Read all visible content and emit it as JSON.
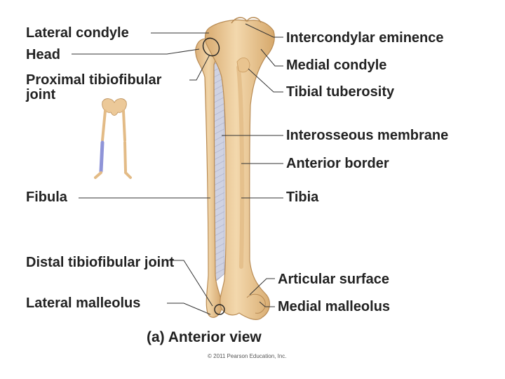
{
  "labels": {
    "lateral_condyle": "Lateral condyle",
    "head": "Head",
    "proximal_tibiofibular_joint": "Proximal tibiofibular joint",
    "fibula": "Fibula",
    "distal_tibiofibular_joint": "Distal tibiofibular joint",
    "lateral_malleolus": "Lateral malleolus",
    "intercondylar_eminence": "Intercondylar eminence",
    "medial_condyle": "Medial condyle",
    "tibial_tuberosity": "Tibial tuberosity",
    "interosseous_membrane": "Interosseous membrane",
    "anterior_border": "Anterior border",
    "tibia": "Tibia",
    "articular_surface": "Articular surface",
    "medial_malleolus": "Medial malleolus"
  },
  "caption": "(a) Anterior view",
  "copyright": "© 2011 Pearson Education, Inc.",
  "colors": {
    "bone_fill": "#ecc999",
    "bone_shade": "#d9ad72",
    "bone_outline": "#b98c55",
    "membrane": "#c9ccdd",
    "highlight_bone": "#8f94d8",
    "leader_line": "#333333",
    "label_text": "#222222"
  }
}
